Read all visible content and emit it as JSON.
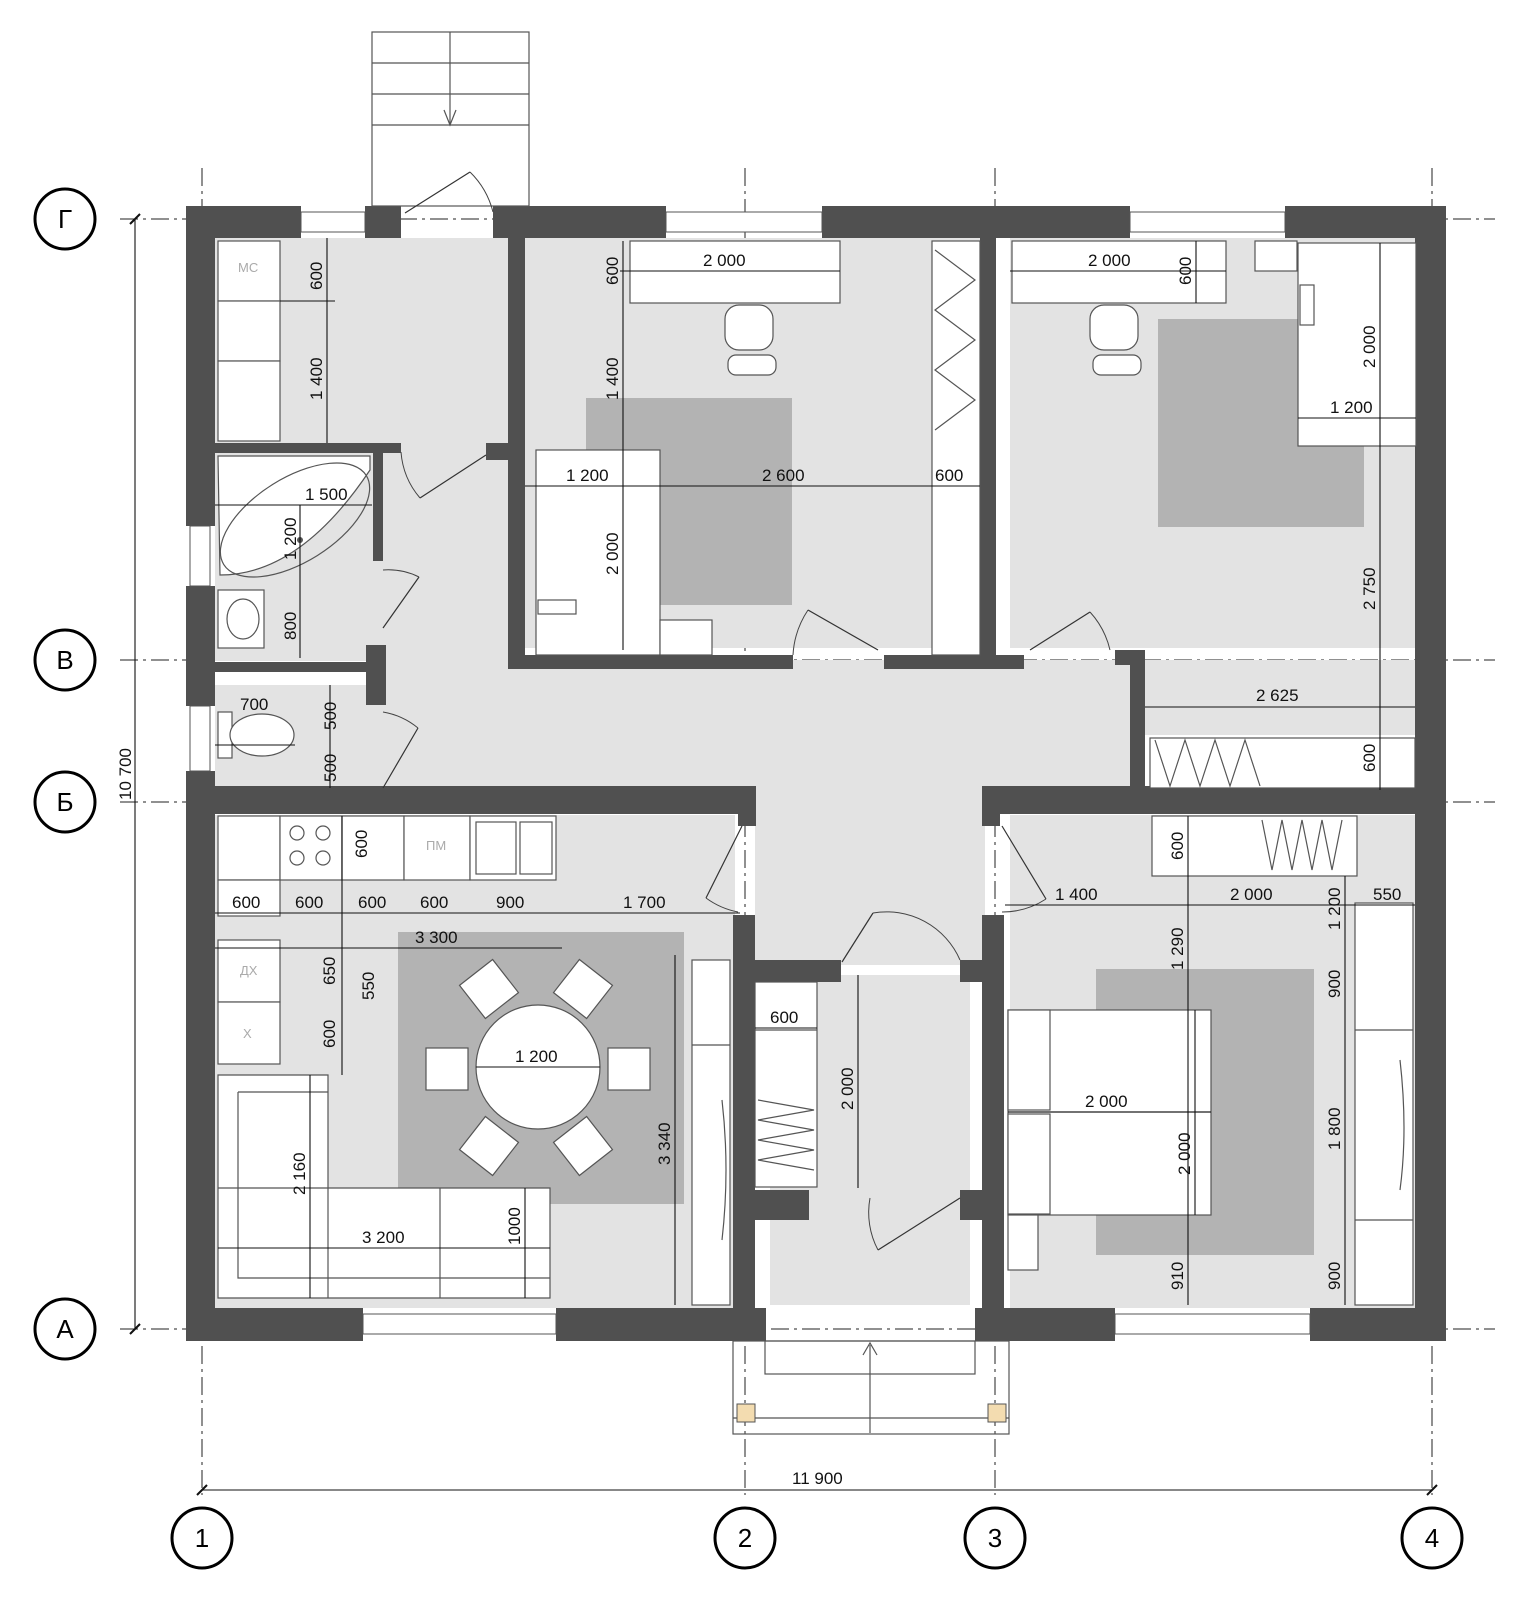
{
  "axes": {
    "rows": [
      "Г",
      "В",
      "Б",
      "А"
    ],
    "cols": [
      "1",
      "2",
      "3",
      "4"
    ]
  },
  "overall": {
    "width": "11 900",
    "height": "10 700"
  },
  "labels": {
    "toilet_room_mark": "МС",
    "dishwasher_mark": "ПМ",
    "oven_mark": "ДХ",
    "fridge_mark": "Х"
  },
  "dims": {
    "mc_depth": "600",
    "mc_len": "1 400",
    "bath_len": "1 500",
    "bath_w": "1 200",
    "sink_len": "800",
    "wc_w": "700",
    "wc_d": "500",
    "wc_d2": "500",
    "b1_desk_w": "2 000",
    "b1_desk_d": "600",
    "b1_len": "1 400",
    "b1_bed_w": "1 200",
    "b1_mid": "2 600",
    "b1_wardrobe": "600",
    "b1_bed_len": "2 000",
    "b2_desk_w": "2 000",
    "b2_desk_d": "600",
    "b2_bed_len": "2 000",
    "b2_bed_w": "1 200",
    "b2_depth": "2 750",
    "b2_width": "2 625",
    "b2_wardrobe": "600",
    "k_hob_depth": "600",
    "k_600a": "600",
    "k_600b": "600",
    "k_600c": "600",
    "k_600d": "600",
    "k_900": "900",
    "k_1700": "1 700",
    "k_3300": "3 300",
    "k_650": "650",
    "k_550": "550",
    "k_600e": "600",
    "table": "1 200",
    "sofa_side": "2 160",
    "sofa_len": "3 200",
    "sofa_depth": "1000",
    "living_h": "3 340",
    "hall_wardrobe": "600",
    "hall_len": "2 000",
    "b3_shelf": "600",
    "b3_1400": "1 400",
    "b3_2000": "2 000",
    "b3_550": "550",
    "b3_1200": "1 200",
    "b3_1290": "1 290",
    "b3_900a": "900",
    "b3_bed_w": "2 000",
    "b3_bed_l": "2 000",
    "b3_1800": "1 800",
    "b3_910": "910",
    "b3_900b": "900"
  },
  "colors": {
    "wall": "#505050",
    "floor": "#e3e3e3",
    "rug": "#b3b3b3"
  }
}
